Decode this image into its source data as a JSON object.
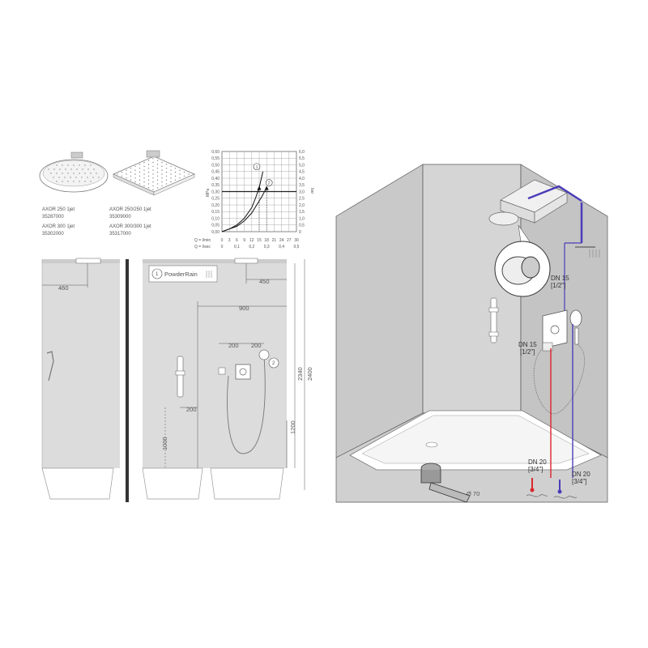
{
  "products": [
    {
      "name": "AXOR 250 1jet",
      "code": "35287000"
    },
    {
      "name": "AXOR 300 1jet",
      "code": "35302000"
    },
    {
      "name": "AXOR 250/250 1jet",
      "code": "35309000"
    },
    {
      "name": "AXOR 300/300 1jet",
      "code": "35317000"
    }
  ],
  "chart_data": {
    "type": "line",
    "y_left_label": "MPa",
    "y_left_ticks": [
      "0,60",
      "0,55",
      "0,50",
      "0,45",
      "0,40",
      "0,35",
      "0,30",
      "0,25",
      "0,20",
      "0,15",
      "0,10",
      "0,05",
      "0,00"
    ],
    "y_right_label": "bar",
    "y_right_ticks": [
      "6,0",
      "5,5",
      "5,0",
      "4,5",
      "4,0",
      "3,5",
      "3,0",
      "2,5",
      "2,0",
      "1,5",
      "1,0",
      "0,5",
      "0"
    ],
    "x_lmin_label": "Q = l/min",
    "x_lmin_ticks": [
      "0",
      "3",
      "6",
      "9",
      "12",
      "15",
      "18",
      "21",
      "24",
      "27",
      "30"
    ],
    "x_lsec_label": "Q = l/sec",
    "x_lsec_ticks": [
      "0",
      "0,1",
      "0,2",
      "0,3",
      "0,4",
      "0,5"
    ],
    "reference_pressure_mpa": 0.3,
    "series": [
      {
        "name": "1",
        "x": [
          0,
          3,
          6,
          9,
          12,
          13.5,
          15,
          16.5
        ],
        "y": [
          0.0,
          0.02,
          0.05,
          0.1,
          0.18,
          0.25,
          0.33,
          0.45
        ]
      },
      {
        "name": "2",
        "x": [
          0,
          3,
          6,
          9,
          12,
          14,
          16,
          18
        ],
        "y": [
          0.0,
          0.02,
          0.04,
          0.08,
          0.14,
          0.2,
          0.26,
          0.33
        ]
      }
    ],
    "marker_labels": [
      "1",
      "2"
    ]
  },
  "elevation_left": {
    "dim_460": "460"
  },
  "elevation_right": {
    "callout_num": "1",
    "callout_text": "PowderRain",
    "dim_450": "450",
    "dim_900": "900",
    "dim_200_a": "200",
    "dim_200_b": "200",
    "dim_200_c": "200",
    "dim_1000": "1000",
    "dim_1200": "1200",
    "dim_2340": "2340",
    "dim_2400": "2400",
    "marker_2": "2"
  },
  "iso": {
    "dn15_a": "DN 15",
    "dn15_a_in": "[1/2\"]",
    "dn15_b": "DN 15",
    "dn15_b_in": "[1/2\"]",
    "dn20_hot": "DN 20",
    "dn20_hot_in": "[3/4\"]",
    "dn20_cold": "DN 20",
    "dn20_cold_in": "[3/4\"]",
    "drain": "Ø 70",
    "hot_color": "#d9262c",
    "cold_color": "#4a3db8"
  }
}
